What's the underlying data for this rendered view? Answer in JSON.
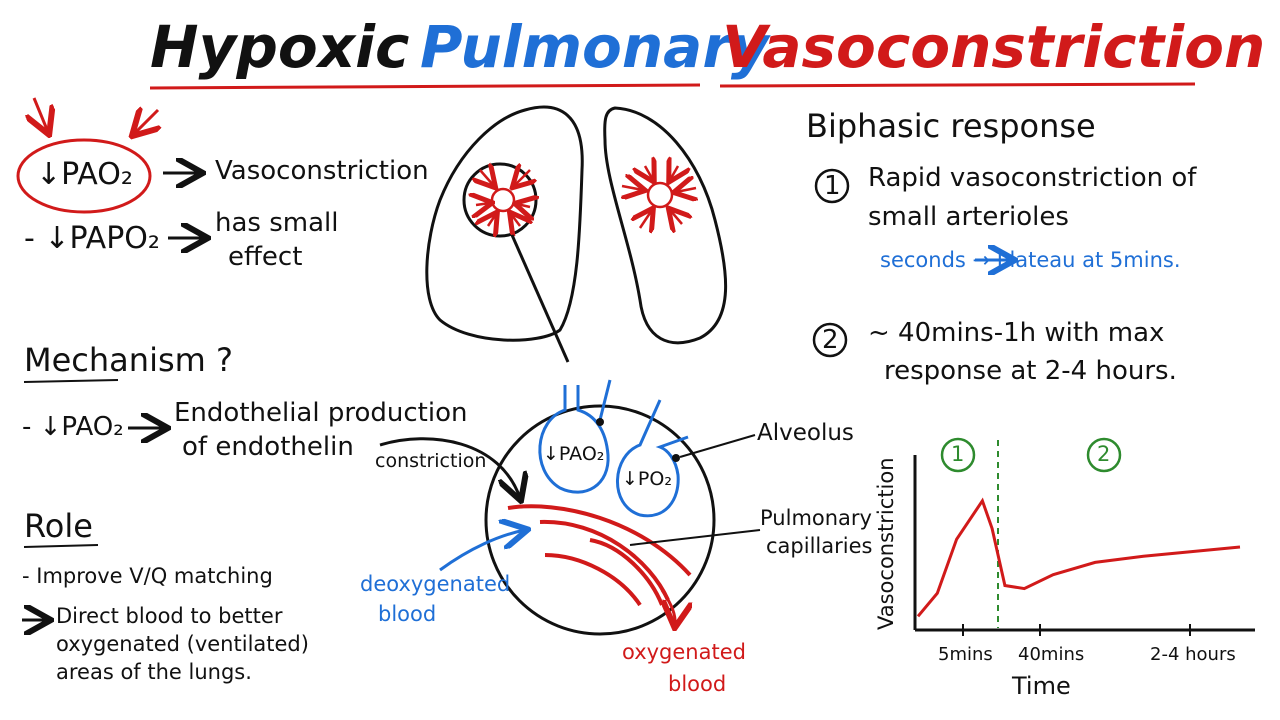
{
  "title": {
    "word1": "Hypoxic",
    "word2": "Pulmonary",
    "word3": "Vasoconstriction",
    "colors": {
      "word1": "#111111",
      "word2": "#1f6fd6",
      "word3": "#d11a1a"
    }
  },
  "left": {
    "pao2": "↓PAO₂",
    "pao2_result": "Vasoconstriction",
    "papo2": "- ↓PAPO₂",
    "papo2_result_1": "has small",
    "papo2_result_2": "effect",
    "mechanism_heading": "Mechanism ?",
    "mechanism_cause": "- ↓PAO₂",
    "mechanism_effect_1": "Endothelial production",
    "mechanism_effect_2": "of endothelin",
    "role_heading": "Role",
    "role_1": "- Improve V/Q matching",
    "role_2_1": "Direct blood to better",
    "role_2_2": "oxygenated (ventilated)",
    "role_2_3": "areas of the lungs."
  },
  "diagram": {
    "alveolus_pao2": "↓PAO₂",
    "alveolus_po2": "↓PO₂",
    "label_alveolus": "Alveolus",
    "label_constriction": "constriction",
    "label_capillaries_1": "Pulmonary",
    "label_capillaries_2": "capillaries",
    "label_deoxy_1": "deoxygenated",
    "label_deoxy_2": "blood",
    "label_oxy_1": "oxygenated",
    "label_oxy_2": "blood",
    "colors": {
      "blue": "#1f6fd6",
      "red": "#d11a1a",
      "green": "#2e8b2e"
    }
  },
  "right": {
    "biphasic_heading": "Biphasic response",
    "phase1_num": "1",
    "phase1_line1": "Rapid vasoconstriction of",
    "phase1_line2": "small arterioles",
    "phase1_note": "seconds → Plateau at 5mins.",
    "phase2_num": "2",
    "phase2_line1": "~ 40mins-1h with max",
    "phase2_line2": "response at 2-4 hours."
  },
  "chart_data": {
    "type": "line",
    "ylabel": "Vasoconstriction",
    "xlabel": "Time",
    "x_ticks": [
      "5mins",
      "40mins",
      "2-4 hours"
    ],
    "phase_labels": [
      "1",
      "2"
    ],
    "series": [
      {
        "values": [
          0.05,
          0.2,
          0.55,
          0.8,
          0.62,
          0.25,
          0.23,
          0.32,
          0.4,
          0.44,
          0.47,
          0.5
        ]
      }
    ],
    "x": [
      0,
      0.06,
      0.12,
      0.2,
      0.23,
      0.27,
      0.33,
      0.42,
      0.55,
      0.7,
      0.85,
      1.0
    ],
    "grid": false
  }
}
